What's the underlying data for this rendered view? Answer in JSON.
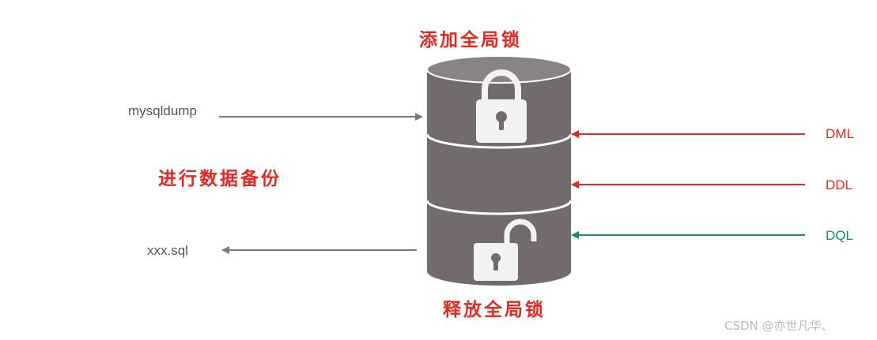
{
  "top_label": "添加全局锁",
  "bottom_label": "释放全局锁",
  "backup_label": "进行数据备份",
  "mysqldump_label": "mysqldump",
  "output_file_label": "xxx.sql",
  "statements": [
    {
      "label": "DML",
      "color": "#e8281e"
    },
    {
      "label": "DDL",
      "color": "#e8281e"
    },
    {
      "label": "DQL",
      "color": "#14955a"
    }
  ],
  "watermark": "CSDN @亦世凡华、",
  "icons": {
    "top_lock": "lock-closed-icon",
    "bottom_lock": "lock-open-icon"
  },
  "colors": {
    "cylinder": "#726a6c",
    "cylinder_top": "#8a8385",
    "arrow_gray": "#7a7a7a",
    "highlight_red": "#e8281e"
  }
}
